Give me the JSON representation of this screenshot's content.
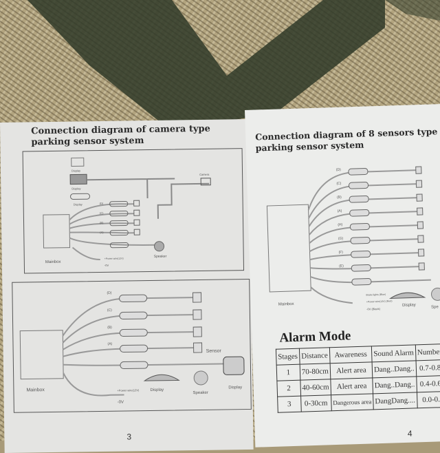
{
  "left_page": {
    "title_line1": "Connection diagram of camera type",
    "title_line2": "parking sensor system",
    "diagram1": {
      "labels": [
        "Display",
        "Display",
        "Display",
        "Camera",
        "Speaker",
        "Mainbox",
        "+Power wire(12V)",
        "-0V",
        "(D)",
        "(C)",
        "(B)",
        "(A)"
      ]
    },
    "diagram2": {
      "sensor_groups": [
        "(D)",
        "(C)",
        "(B)",
        "(A)"
      ],
      "sensor_label": "Sensor",
      "mainbox": "Mainbox",
      "power": "+Power wire(12V)",
      "ground": "-0V",
      "display1": "Display",
      "speaker": "Speaker",
      "display2": "Display"
    },
    "page_number": "3"
  },
  "right_page": {
    "title_line1": "Connection diagram of  8 sensors type",
    "title_line2": "parking sensor system",
    "diagram": {
      "sensor_groups": [
        "(D)",
        "(C)",
        "(B)",
        "(A)",
        "(H)",
        "(G)",
        "(F)",
        "(E)"
      ],
      "mainbox": "Mainbox",
      "brake": "Brake lights (Blue)",
      "power": "+Power wire(12V) (Red)",
      "ground": "-0V (Black)",
      "display": "Display",
      "speaker": "Spe"
    },
    "alarm_title": "Alarm Mode",
    "table": {
      "headers": [
        "Stages",
        "Distance",
        "Awareness",
        "Sound Alarm",
        "Number"
      ],
      "rows": [
        [
          "1",
          "70-80cm",
          "Alert area",
          "Dang..Dang..",
          "0.7-0.8"
        ],
        [
          "2",
          "40-60cm",
          "Alert area",
          "Dang..Dang..",
          "0.4-0.6"
        ],
        [
          "3",
          "0-30cm",
          "Dangerous area",
          "DangDang....",
          "0.0-0."
        ]
      ]
    },
    "page_number": "4"
  },
  "colors": {
    "mat": "#b2a47f",
    "band": "#2f3a28",
    "paper": "#e9e9e7"
  }
}
